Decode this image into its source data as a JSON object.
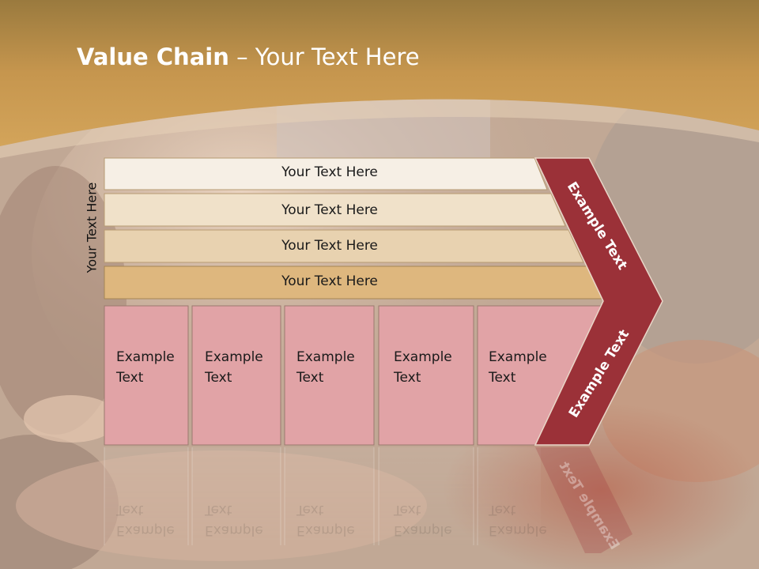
{
  "title": {
    "bold": "Value Chain",
    "rest": " – Your Text Here"
  },
  "side_label": "Your Text Here",
  "bars": [
    {
      "label": "Your Text Here",
      "color": "#f6efe5"
    },
    {
      "label": "Your Text Here",
      "color": "#f0e1c9"
    },
    {
      "label": "Your Text Here",
      "color": "#e8d2b0"
    },
    {
      "label": "Your Text Here",
      "color": "#deb77e"
    }
  ],
  "cells": [
    {
      "text": "Example\nText"
    },
    {
      "text": "Example\nText"
    },
    {
      "text": "Example\nText"
    },
    {
      "text": "Example\nText"
    },
    {
      "text": "Example\nText"
    }
  ],
  "chevron": {
    "upper": "Example Text",
    "lower": "Example Text",
    "color": "#9b3138"
  },
  "colors": {
    "header_gold": "#c9954a",
    "cell_pink": "#e1a3a6",
    "photo_tone": "#c4ab96"
  }
}
